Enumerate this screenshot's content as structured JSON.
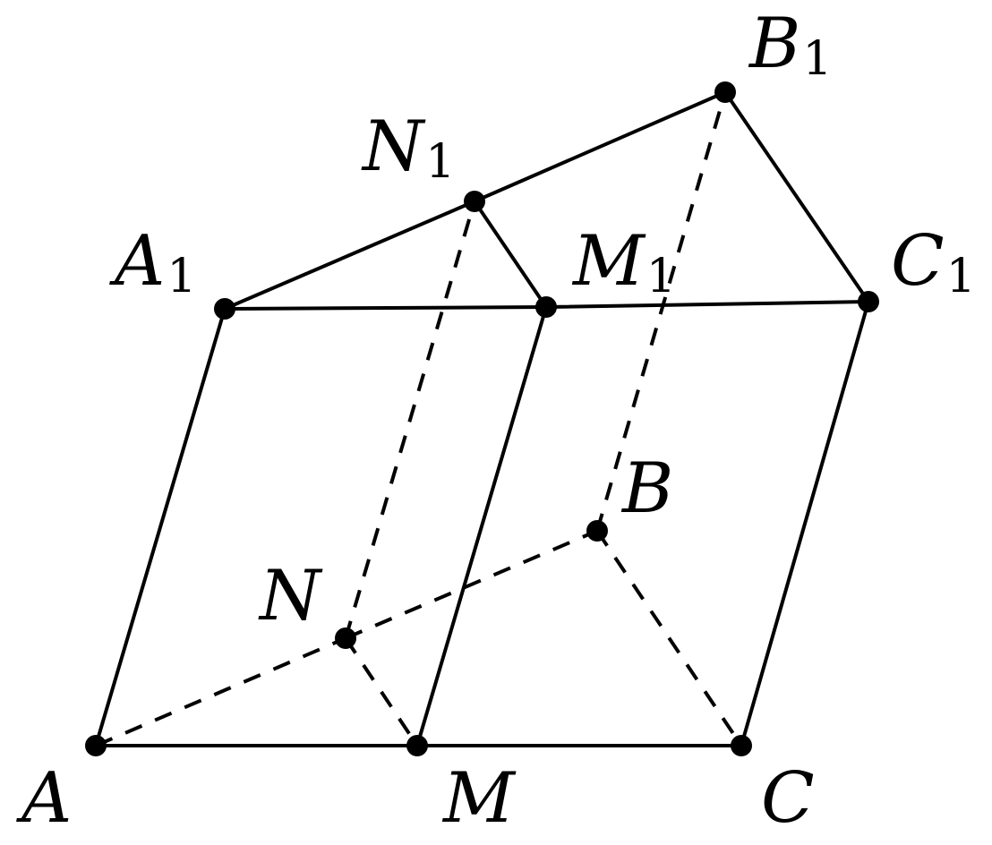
{
  "diagram": {
    "points": [
      {
        "id": "A",
        "letter": "A",
        "sub": ""
      },
      {
        "id": "M",
        "letter": "M",
        "sub": ""
      },
      {
        "id": "C",
        "letter": "C",
        "sub": ""
      },
      {
        "id": "N",
        "letter": "N",
        "sub": ""
      },
      {
        "id": "B",
        "letter": "B",
        "sub": ""
      },
      {
        "id": "A1",
        "letter": "A",
        "sub": "1"
      },
      {
        "id": "M1",
        "letter": "M",
        "sub": "1"
      },
      {
        "id": "C1",
        "letter": "C",
        "sub": "1"
      },
      {
        "id": "N1",
        "letter": "N",
        "sub": "1"
      },
      {
        "id": "B1",
        "letter": "B",
        "sub": "1"
      }
    ],
    "visible_edges": [
      [
        "A",
        "M"
      ],
      [
        "M",
        "C"
      ],
      [
        "A",
        "A1"
      ],
      [
        "M",
        "M1"
      ],
      [
        "C",
        "C1"
      ],
      [
        "A1",
        "M1"
      ],
      [
        "M1",
        "C1"
      ],
      [
        "A1",
        "N1"
      ],
      [
        "N1",
        "B1"
      ],
      [
        "N1",
        "M1"
      ],
      [
        "B1",
        "C1"
      ]
    ],
    "hidden_edges": [
      [
        "A",
        "N"
      ],
      [
        "N",
        "B"
      ],
      [
        "N",
        "M"
      ],
      [
        "B",
        "C"
      ],
      [
        "N",
        "N1"
      ],
      [
        "B",
        "B1"
      ]
    ],
    "colors": {
      "stroke": "#000000",
      "background": "#ffffff"
    }
  }
}
